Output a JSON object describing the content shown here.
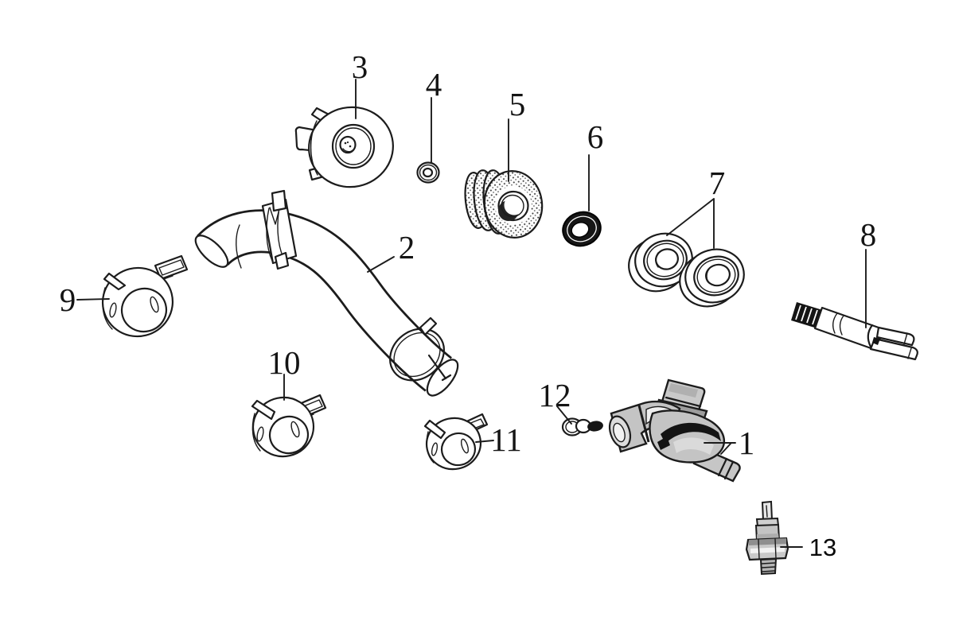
{
  "diagram": {
    "kind": "exploded-parts-diagram",
    "background": "#ffffff",
    "line_color": "#1c1c1c",
    "part_fill_gray": "#c4c4c4",
    "part_count": 13
  },
  "parts": [
    {
      "number": "1",
      "name": "cock-assembly"
    },
    {
      "number": "2",
      "name": "water-hose"
    },
    {
      "number": "3",
      "name": "impeller-cap"
    },
    {
      "number": "4",
      "name": "washer"
    },
    {
      "number": "5",
      "name": "mechanical-seal"
    },
    {
      "number": "6",
      "name": "oil-seal"
    },
    {
      "number": "7",
      "name": "bearing-set"
    },
    {
      "number": "8",
      "name": "pump-shaft"
    },
    {
      "number": "9",
      "name": "hose-clamp"
    },
    {
      "number": "10",
      "name": "hose-clamp"
    },
    {
      "number": "11",
      "name": "hose-clamp"
    },
    {
      "number": "12",
      "name": "bolt"
    },
    {
      "number": "13",
      "name": "thermo-sensor"
    }
  ]
}
